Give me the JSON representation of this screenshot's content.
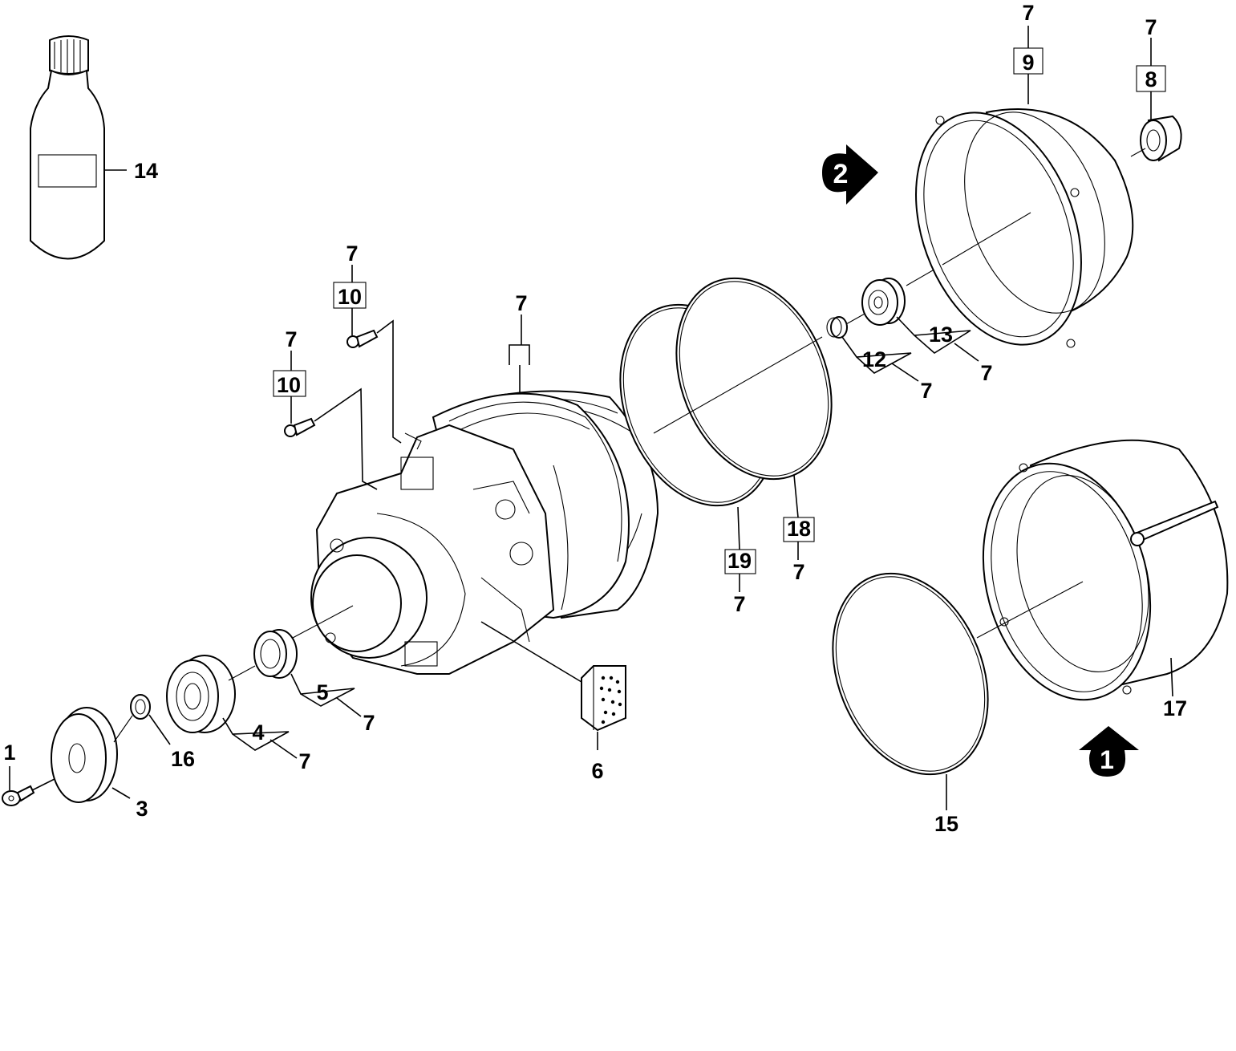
{
  "labels": {
    "n1": "1",
    "n3": "3",
    "n4": "4",
    "n5": "5",
    "n6": "6",
    "n7": "7",
    "n8": "8",
    "n9": "9",
    "n10": "10",
    "n12": "12",
    "n13": "13",
    "n14": "14",
    "n15": "15",
    "n16": "16",
    "n17": "17",
    "n18": "18",
    "n19": "19"
  },
  "markers": {
    "view1": "1",
    "view2": "2"
  },
  "colors": {
    "line": "#000000",
    "background": "#ffffff"
  }
}
